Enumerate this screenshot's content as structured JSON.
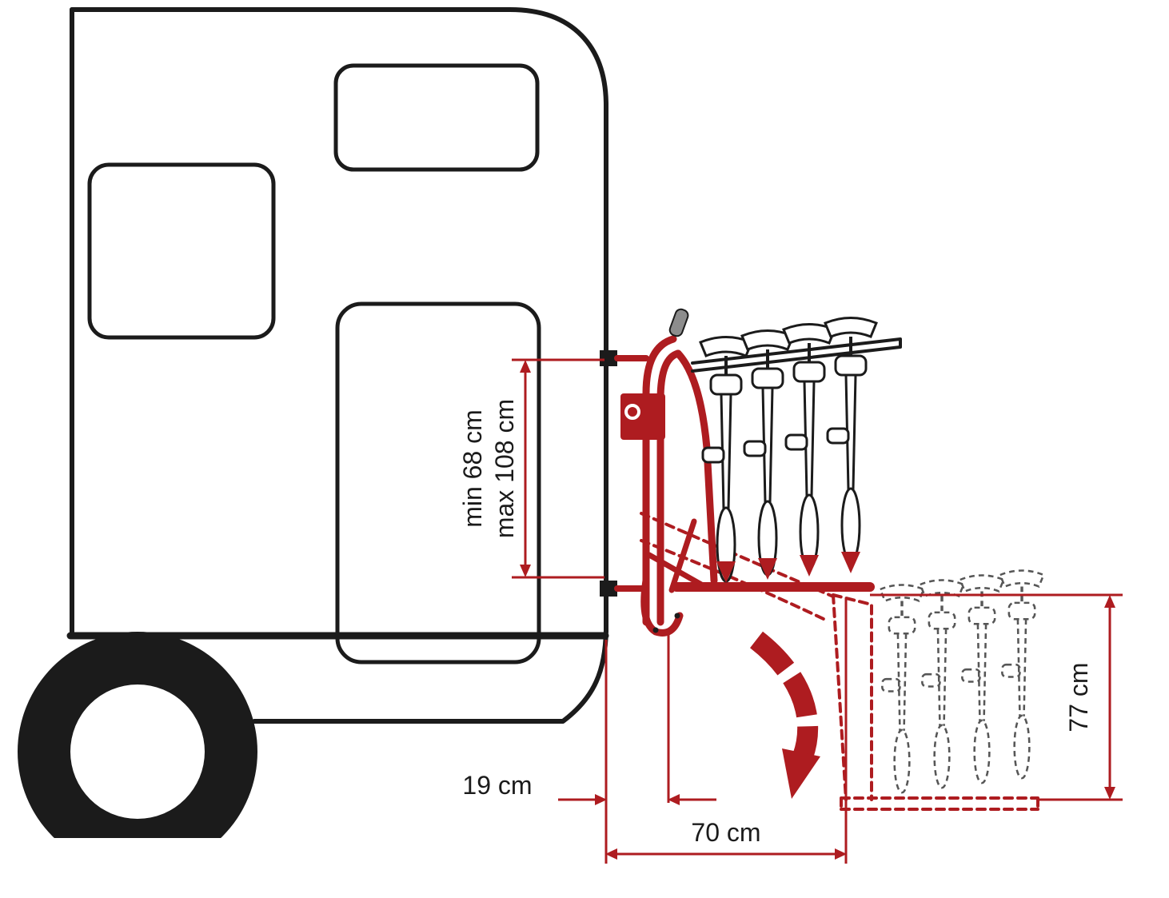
{
  "colors": {
    "accent_red": "#ae1c20",
    "outline": "#1b1b1b",
    "handle_gray": "#8d8d8d",
    "background": "#ffffff"
  },
  "dimensions": {
    "height_min": "min 68 cm",
    "height_max": "max 108 cm",
    "wall_offset": "19 cm",
    "platform_depth": "70 cm",
    "drop_height": "77 cm"
  }
}
